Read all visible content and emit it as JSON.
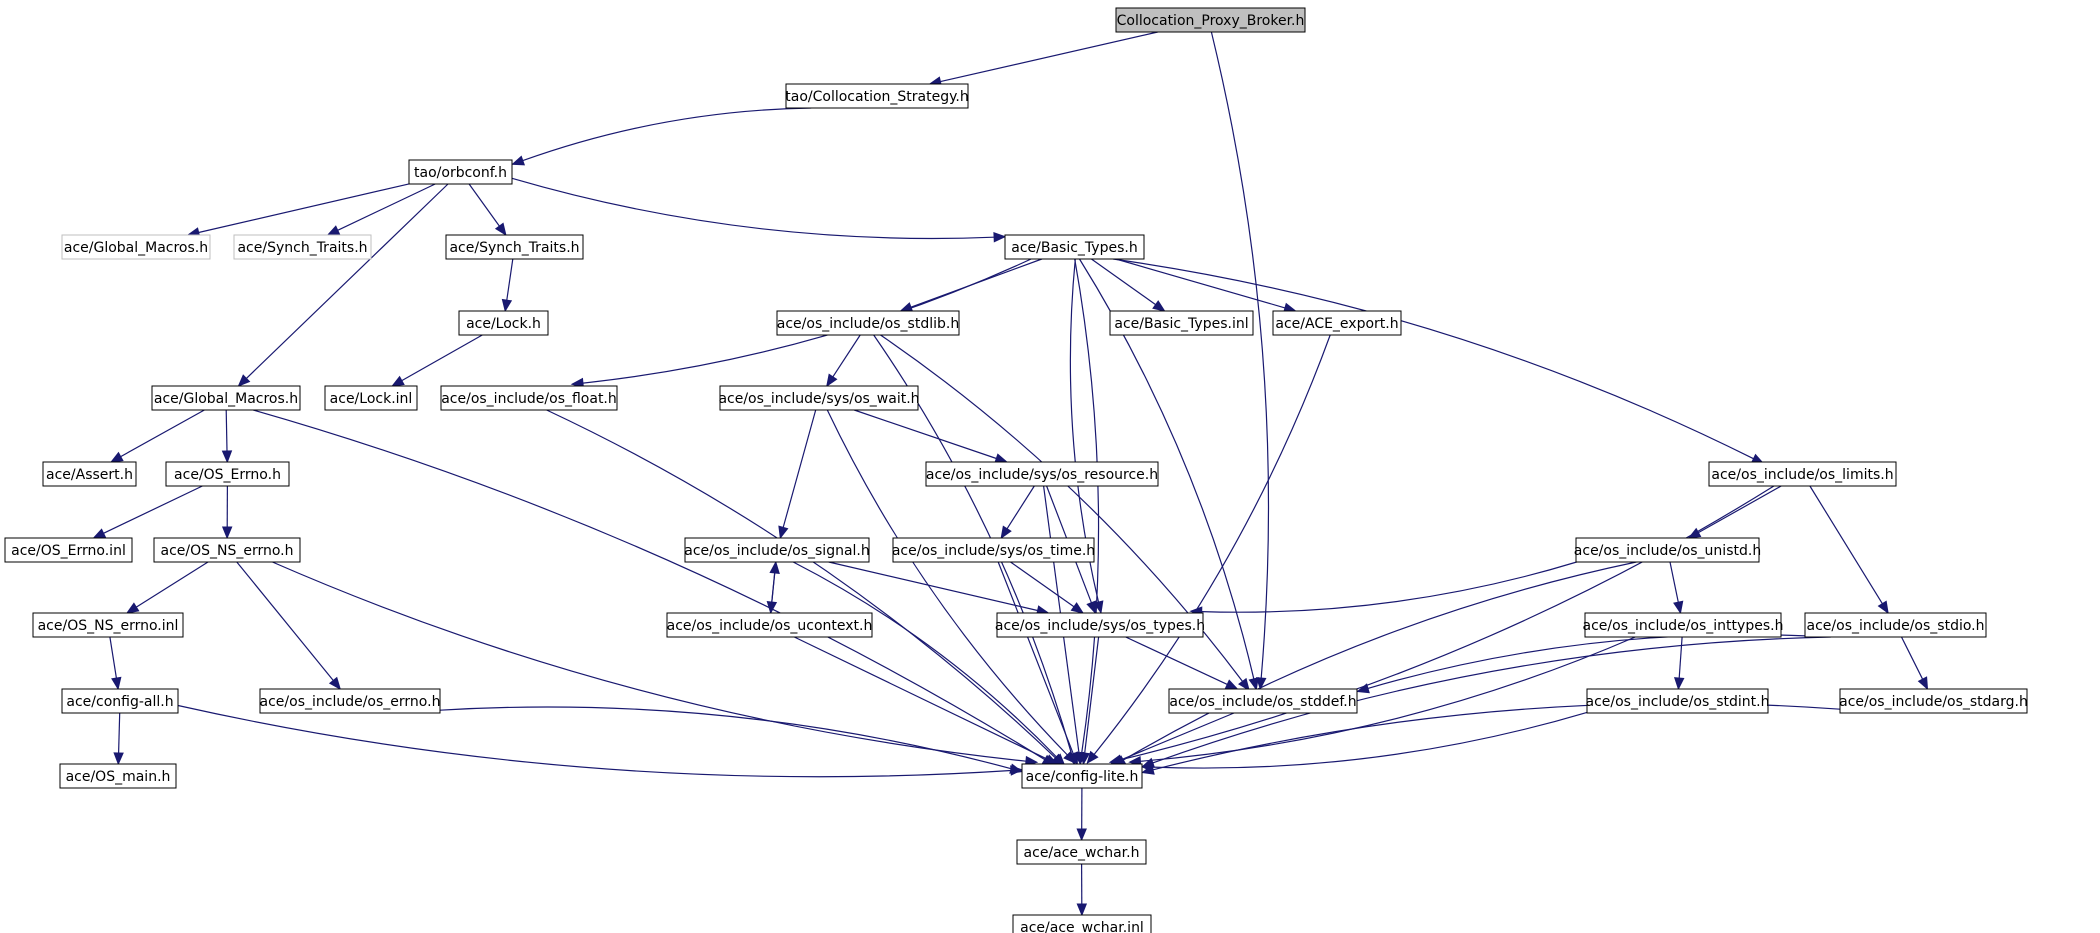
{
  "graph": {
    "nodes": [
      {
        "id": "n_root",
        "label": "Collocation_Proxy_Broker.h",
        "style": "root"
      },
      {
        "id": "n_cs",
        "label": "tao/Collocation_Strategy.h"
      },
      {
        "id": "n_orb",
        "label": "tao/orbconf.h"
      },
      {
        "id": "n_gm_missing",
        "label": "ace/Global_Macros.h",
        "style": "missing"
      },
      {
        "id": "n_st_missing",
        "label": "ace/Synch_Traits.h",
        "style": "missing"
      },
      {
        "id": "n_st",
        "label": "ace/Synch_Traits.h"
      },
      {
        "id": "n_bt",
        "label": "ace/Basic_Types.h"
      },
      {
        "id": "n_lock",
        "label": "ace/Lock.h"
      },
      {
        "id": "n_lockinl",
        "label": "ace/Lock.inl"
      },
      {
        "id": "n_stdlib",
        "label": "ace/os_include/os_stdlib.h"
      },
      {
        "id": "n_btinl",
        "label": "ace/Basic_Types.inl"
      },
      {
        "id": "n_export",
        "label": "ace/ACE_export.h"
      },
      {
        "id": "n_gm",
        "label": "ace/Global_Macros.h"
      },
      {
        "id": "n_float",
        "label": "ace/os_include/os_float.h"
      },
      {
        "id": "n_wait",
        "label": "ace/os_include/sys/os_wait.h"
      },
      {
        "id": "n_assert",
        "label": "ace/Assert.h"
      },
      {
        "id": "n_oserrno",
        "label": "ace/OS_Errno.h"
      },
      {
        "id": "n_resource",
        "label": "ace/os_include/sys/os_resource.h"
      },
      {
        "id": "n_limits",
        "label": "ace/os_include/os_limits.h"
      },
      {
        "id": "n_oserrnoinl",
        "label": "ace/OS_Errno.inl"
      },
      {
        "id": "n_nserrno",
        "label": "ace/OS_NS_errno.h"
      },
      {
        "id": "n_signal",
        "label": "ace/os_include/os_signal.h"
      },
      {
        "id": "n_time",
        "label": "ace/os_include/sys/os_time.h"
      },
      {
        "id": "n_unistd",
        "label": "ace/os_include/os_unistd.h"
      },
      {
        "id": "n_nserrnoinl",
        "label": "ace/OS_NS_errno.inl"
      },
      {
        "id": "n_ucontext",
        "label": "ace/os_include/os_ucontext.h"
      },
      {
        "id": "n_types",
        "label": "ace/os_include/sys/os_types.h"
      },
      {
        "id": "n_inttypes",
        "label": "ace/os_include/os_inttypes.h"
      },
      {
        "id": "n_stdio",
        "label": "ace/os_include/os_stdio.h"
      },
      {
        "id": "n_configall",
        "label": "ace/config-all.h"
      },
      {
        "id": "n_errnoh",
        "label": "ace/os_include/os_errno.h"
      },
      {
        "id": "n_stddef",
        "label": "ace/os_include/os_stddef.h"
      },
      {
        "id": "n_stdint",
        "label": "ace/os_include/os_stdint.h"
      },
      {
        "id": "n_stdarg",
        "label": "ace/os_include/os_stdarg.h"
      },
      {
        "id": "n_osmain",
        "label": "ace/OS_main.h"
      },
      {
        "id": "n_configlite",
        "label": "ace/config-lite.h"
      },
      {
        "id": "n_wchar",
        "label": "ace/ace_wchar.h"
      },
      {
        "id": "n_wcharinl",
        "label": "ace/ace_wchar.inl"
      }
    ],
    "edges": [
      [
        "n_root",
        "n_cs"
      ],
      [
        "n_root",
        "n_stddef"
      ],
      [
        "n_cs",
        "n_orb"
      ],
      [
        "n_orb",
        "n_gm_missing"
      ],
      [
        "n_orb",
        "n_st_missing"
      ],
      [
        "n_orb",
        "n_st"
      ],
      [
        "n_orb",
        "n_bt"
      ],
      [
        "n_orb",
        "n_gm"
      ],
      [
        "n_st",
        "n_lock"
      ],
      [
        "n_lock",
        "n_lockinl"
      ],
      [
        "n_bt",
        "n_stdlib"
      ],
      [
        "n_bt",
        "n_btinl"
      ],
      [
        "n_bt",
        "n_export"
      ],
      [
        "n_bt",
        "n_float"
      ],
      [
        "n_bt",
        "n_limits"
      ],
      [
        "n_bt",
        "n_types"
      ],
      [
        "n_bt",
        "n_stddef"
      ],
      [
        "n_bt",
        "n_configlite"
      ],
      [
        "n_gm",
        "n_assert"
      ],
      [
        "n_gm",
        "n_oserrno"
      ],
      [
        "n_gm",
        "n_configlite"
      ],
      [
        "n_oserrno",
        "n_oserrnoinl"
      ],
      [
        "n_oserrno",
        "n_nserrno"
      ],
      [
        "n_nserrno",
        "n_nserrnoinl"
      ],
      [
        "n_nserrno",
        "n_errnoh"
      ],
      [
        "n_nserrno",
        "n_configlite"
      ],
      [
        "n_nserrnoinl",
        "n_configall"
      ],
      [
        "n_configall",
        "n_osmain"
      ],
      [
        "n_configall",
        "n_configlite"
      ],
      [
        "n_errnoh",
        "n_configlite"
      ],
      [
        "n_float",
        "n_configlite"
      ],
      [
        "n_export",
        "n_configlite"
      ],
      [
        "n_stdlib",
        "n_wait"
      ],
      [
        "n_stdlib",
        "n_stddef"
      ],
      [
        "n_stdlib",
        "n_configlite"
      ],
      [
        "n_wait",
        "n_signal"
      ],
      [
        "n_wait",
        "n_resource"
      ],
      [
        "n_wait",
        "n_configlite"
      ],
      [
        "n_resource",
        "n_time"
      ],
      [
        "n_resource",
        "n_types"
      ],
      [
        "n_resource",
        "n_configlite"
      ],
      [
        "n_time",
        "n_types"
      ],
      [
        "n_time",
        "n_configlite"
      ],
      [
        "n_signal",
        "n_ucontext"
      ],
      [
        "n_ucontext",
        "n_signal"
      ],
      [
        "n_signal",
        "n_types"
      ],
      [
        "n_signal",
        "n_configlite"
      ],
      [
        "n_ucontext",
        "n_configlite"
      ],
      [
        "n_types",
        "n_stddef"
      ],
      [
        "n_types",
        "n_configlite"
      ],
      [
        "n_stddef",
        "n_configlite"
      ],
      [
        "n_limits",
        "n_unistd"
      ],
      [
        "n_limits",
        "n_stdio"
      ],
      [
        "n_limits",
        "n_configlite"
      ],
      [
        "n_unistd",
        "n_types"
      ],
      [
        "n_unistd",
        "n_inttypes"
      ],
      [
        "n_unistd",
        "n_configlite"
      ],
      [
        "n_inttypes",
        "n_stdint"
      ],
      [
        "n_inttypes",
        "n_configlite"
      ],
      [
        "n_stdint",
        "n_configlite"
      ],
      [
        "n_stdio",
        "n_stddef"
      ],
      [
        "n_stdio",
        "n_stdarg"
      ],
      [
        "n_stdio",
        "n_configlite"
      ],
      [
        "n_stdarg",
        "n_configlite"
      ],
      [
        "n_configlite",
        "n_wchar"
      ],
      [
        "n_wchar",
        "n_wcharinl"
      ]
    ]
  },
  "colors": {
    "edge": "#191970",
    "node_border": "#000000",
    "missing_border": "#bfbfbf",
    "root_fill": "#bfbfbf",
    "background": "#ffffff"
  }
}
